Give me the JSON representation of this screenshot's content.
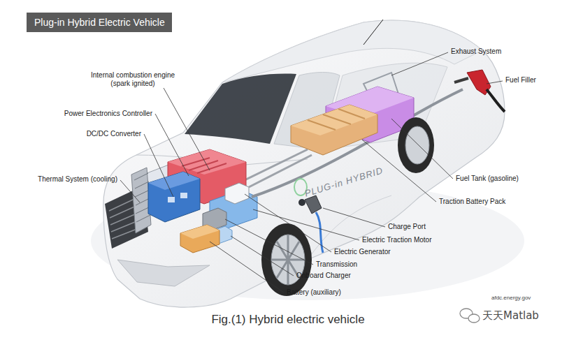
{
  "diagram": {
    "title": "Plug-in Hybrid Electric Vehicle",
    "caption": "Fig.(1) Hybrid electric vehicle",
    "labels": [
      "Internal combustion engine (spark ignited)",
      "Power Electronics Controller",
      "DC/DC Converter",
      "Thermal System (cooling)",
      "Exhaust System",
      "Fuel Filler",
      "Fuel Tank (gasoline)",
      "Traction Battery Pack",
      "Charge Port",
      "Electric Traction Motor",
      "Electric Generator",
      "Transmission",
      "Onboard Charger",
      "Battery (auxiliary)",
      "PLUG-in HYBRID",
      "afdc.energy.gov",
      "天天Matlab"
    ]
  }
}
